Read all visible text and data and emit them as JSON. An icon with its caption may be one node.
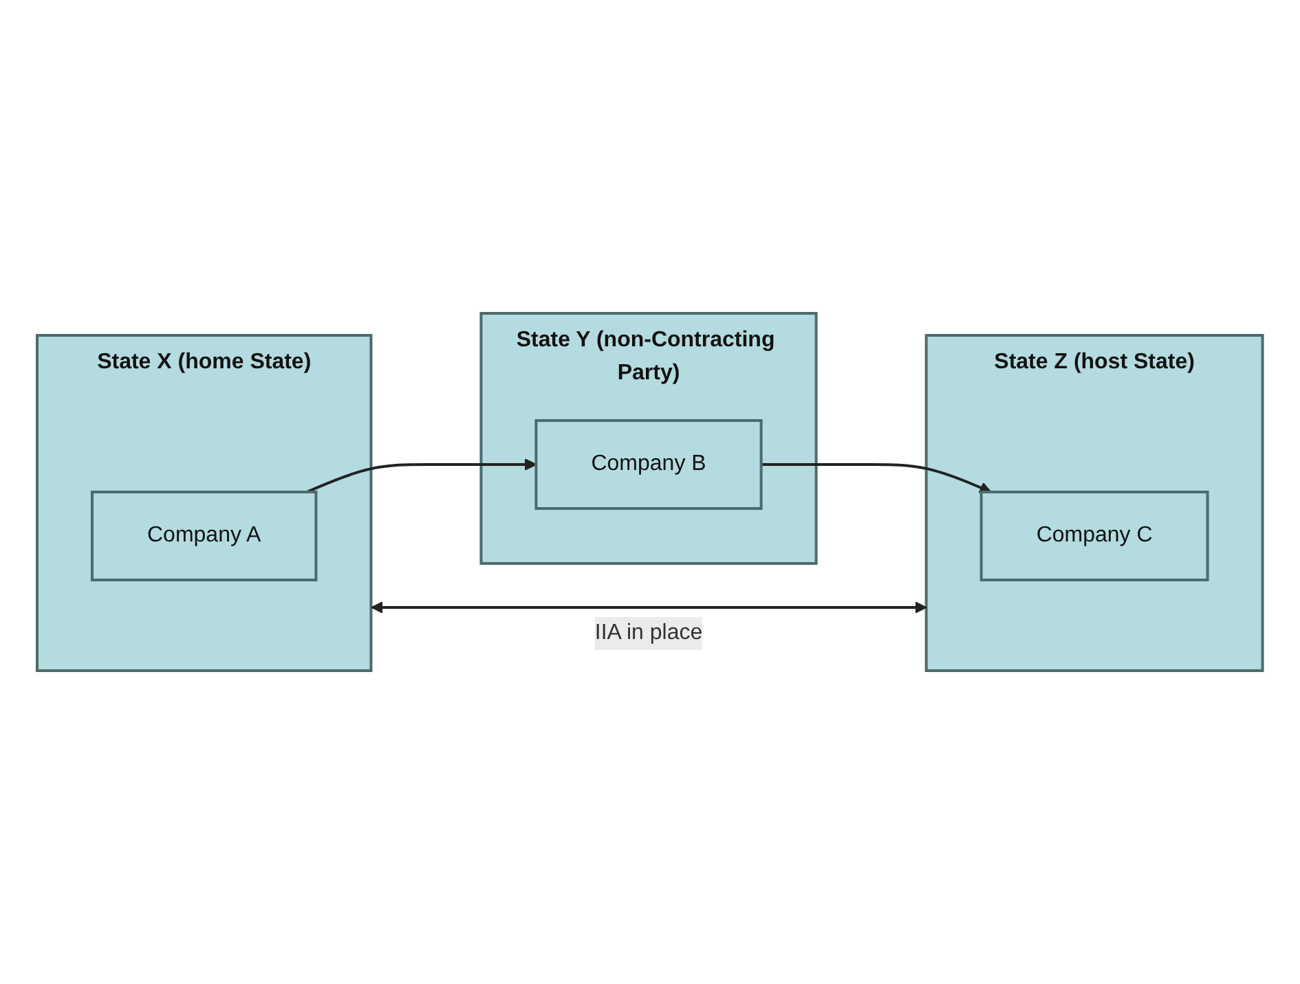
{
  "diagram": {
    "nodes": [
      {
        "text": [
          "State X (home State)"
        ]
      },
      {
        "text": [
          "Company A"
        ],
        "in": 0
      },
      {
        "text": [
          "State Y (non-Contracting Party)"
        ]
      },
      {
        "text": [
          "Company B"
        ],
        "in": 2
      },
      {
        "text": [
          "State Z (host State)"
        ]
      },
      {
        "text": [
          "Company C"
        ],
        "in": 4
      }
    ],
    "edges": [
      {
        "from": 1,
        "to": 3,
        "arrow": "to"
      },
      {
        "from": 3,
        "to": 5,
        "arrow": "to"
      },
      {
        "from": 0,
        "to": 4,
        "arrow": "both",
        "label": "IIA in place"
      }
    ]
  }
}
